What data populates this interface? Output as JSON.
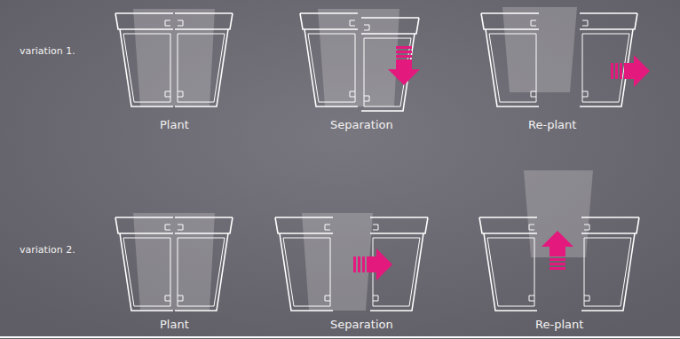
{
  "diagram": {
    "labels": [
      "variation 1.",
      "Plant",
      "Separation",
      "Re-plant",
      "variation 2.",
      "Plant",
      "Separation",
      "Re-plant"
    ]
  }
}
